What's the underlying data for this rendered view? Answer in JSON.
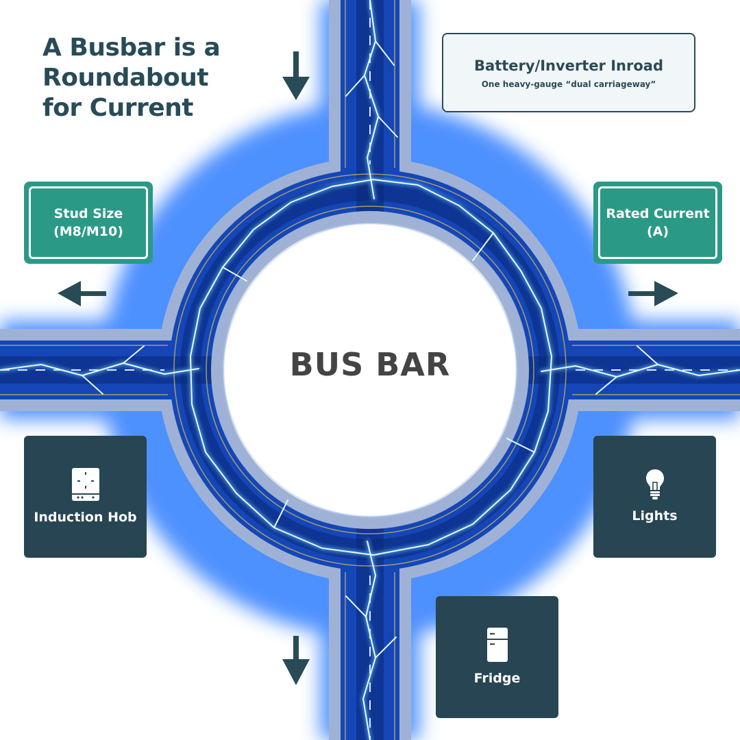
{
  "title": "A Busbar is a Roundabout for Current",
  "inroad": {
    "title": "Battery/Inverter Inroad",
    "subtitle": "One heavy-gauge “dual carriageway”"
  },
  "signs": {
    "left": "Stud Size (M8/M10)",
    "right": "Rated Current (A)"
  },
  "center_label": "BUS BAR",
  "loads": {
    "hob": {
      "label": "Induction Hob",
      "icon": "induction-hob-icon"
    },
    "lights": {
      "label": "Lights",
      "icon": "light-bulb-icon"
    },
    "fridge": {
      "label": "Fridge",
      "icon": "fridge-icon"
    }
  },
  "arrows": [
    "down",
    "left",
    "right",
    "down"
  ],
  "colors": {
    "heading": "#284b57",
    "sign_green": "#2a9a86",
    "load_tile": "#274553",
    "road_glow": "#2f7dff",
    "lightning": "#d8f4ff"
  }
}
